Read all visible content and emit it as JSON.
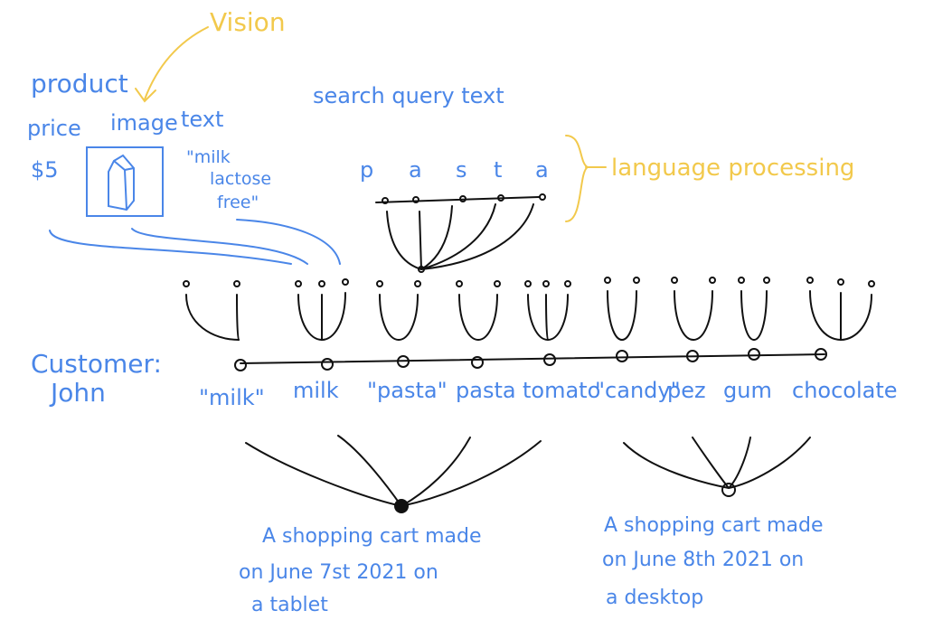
{
  "labels": {
    "vision": "Vision",
    "product": "product",
    "price": "price",
    "image": "image",
    "text": "text",
    "price_value": "$5",
    "product_text_line1": "\"milk",
    "product_text_line2": "lactose",
    "product_text_line3": "free\"",
    "search_query_text": "search query text",
    "language_processing": "language processing",
    "customer": "Customer:",
    "customer_name": "John",
    "cart1_line1": "A shopping cart made",
    "cart1_line2": "on June 7st 2021 on",
    "cart1_line3": "a tablet",
    "cart2_line1": "A shopping cart made",
    "cart2_line2": "on June 8th 2021 on",
    "cart2_line3": "a desktop"
  },
  "query_letters": [
    "p",
    "a",
    "s",
    "t",
    "a"
  ],
  "items": [
    "\"milk\"",
    "milk",
    "\"pasta\"",
    "pasta",
    "tomato",
    "\"candy\"",
    "pez",
    "gum",
    "chocolate"
  ],
  "colors": {
    "annotation_blue": "#4a86e8",
    "annotation_yellow": "#f2c94c",
    "ink": "#111111"
  }
}
